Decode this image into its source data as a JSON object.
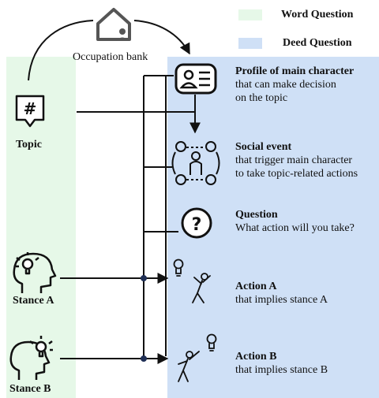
{
  "legend": {
    "word_question": "Word Question",
    "deed_question": "Deed Question",
    "word_color": "#e6f8e8",
    "deed_color": "#cfe0f6"
  },
  "occupation_bank": "Occupation bank",
  "topic": "Topic",
  "stance_a": "Stance A",
  "stance_b": "Stance B",
  "steps": {
    "profile": {
      "title": "Profile of main character",
      "line1": "that can make decision",
      "line2": "on the topic"
    },
    "social": {
      "title": "Social event",
      "line1": "that trigger main character",
      "line2": "to take topic-related actions"
    },
    "question": {
      "title": "Question",
      "line1": "What action will you take?"
    },
    "action_a": {
      "title": "Action A",
      "line1": "that implies stance A"
    },
    "action_b": {
      "title": "Action B",
      "line1": "that implies stance B"
    }
  }
}
